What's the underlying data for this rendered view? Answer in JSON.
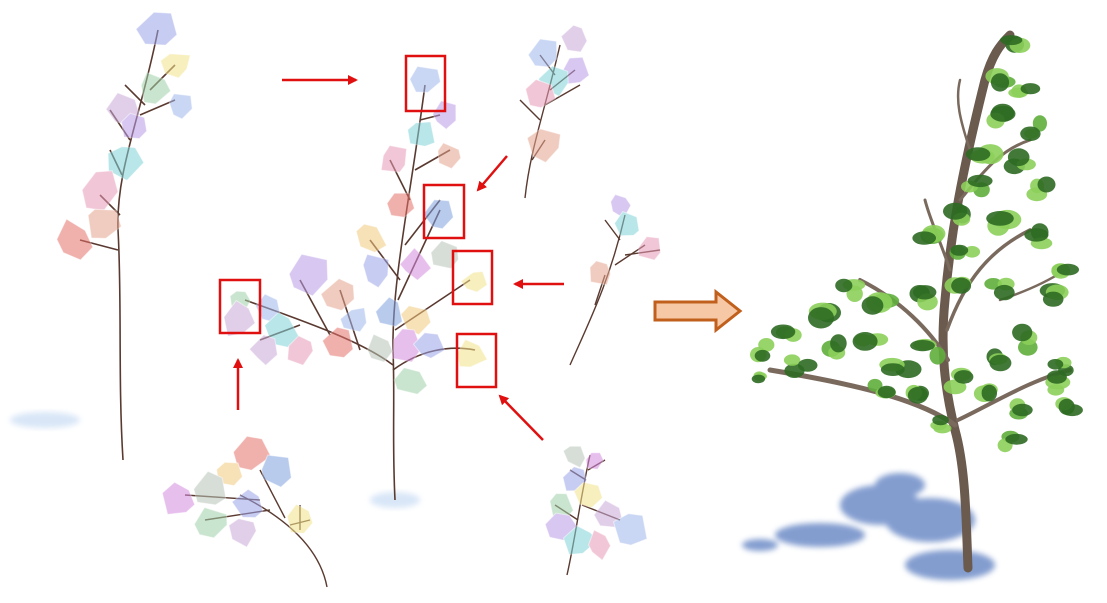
{
  "figure": {
    "panels": [
      {
        "id": "branch-source-top-left",
        "kind": "source-branch"
      },
      {
        "id": "branch-source-top-right",
        "kind": "source-branch"
      },
      {
        "id": "branch-source-right",
        "kind": "source-branch"
      },
      {
        "id": "branch-source-bottom-left",
        "kind": "source-branch"
      },
      {
        "id": "branch-source-bottom-right",
        "kind": "source-branch"
      },
      {
        "id": "assembled-tree",
        "kind": "composed-branch-structure"
      },
      {
        "id": "final-tree",
        "kind": "rendered-tree-with-leaves-and-shadow"
      }
    ],
    "highlight_boxes": 6,
    "connector_arrows": 6,
    "result_arrow": "block-arrow-right"
  },
  "colors": {
    "arrow_red": "#e01010",
    "box_red": "#e01010",
    "result_arrow_fill": "#f7c8a6",
    "result_arrow_stroke": "#c0601c",
    "branch": "#5a3a30",
    "foliage_dark": "#2e6a22",
    "foliage_light": "#8ccf5a",
    "shadow": "#4a6fb0",
    "leaf_palette": [
      "#9fb8ec",
      "#e79ab8",
      "#7fa1e0",
      "#d58be0",
      "#9fd1a8",
      "#b79be6",
      "#e5a48e",
      "#f2c97e",
      "#9aa3e8",
      "#c9a9d8",
      "#7fd2d8",
      "#e5706a",
      "#b8c4b8",
      "#f3e38a"
    ]
  },
  "icons": [
    "arrow-right-icon",
    "block-arrow-right-icon"
  ]
}
